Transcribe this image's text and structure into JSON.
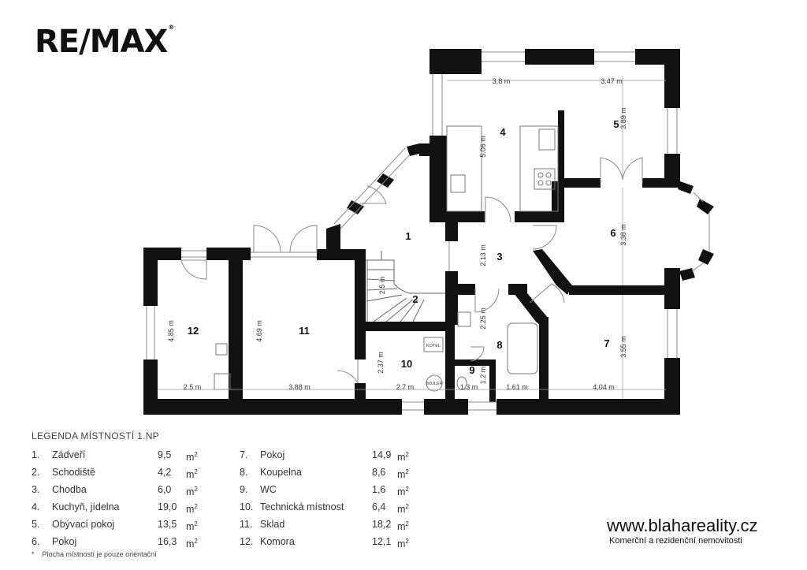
{
  "brand": {
    "logo_text": "RE/MAX",
    "logo_mark": "®"
  },
  "plan": {
    "room_labels": [
      "1",
      "2",
      "3",
      "4",
      "5",
      "6",
      "7",
      "8",
      "9",
      "10",
      "11",
      "12"
    ],
    "dimensions": {
      "r4_width": "3.8 m",
      "r5_width": "3.47 m",
      "r4_depth": "5.06 m",
      "r5_depth": "3.89 m",
      "r6_depth": "3.38 m",
      "r3_depth": "2.13 m",
      "r2_run": "2.5 m",
      "r8_depth": "2.25 m",
      "r7_depth": "3.55 m",
      "r10_depth": "2.37 m",
      "r11_depth": "4.69 m",
      "r12_depth": "4.85 m",
      "r12_width": "2.5 m",
      "r11_width": "3.88 m",
      "r10_width": "2.7 m",
      "r9_width": "1.3 m",
      "r9_depth": "1.2 m",
      "r8_width": "1.61 m",
      "r7_width": "4.04 m"
    },
    "fixtures": {
      "boiler_room_label": "KOTEL",
      "boiler_label": "BOJLER"
    }
  },
  "legend": {
    "title": "LEGENDA MÍSTNOSTÍ 1.NP",
    "unit": "m",
    "unit_exp": "2",
    "left": [
      {
        "num": "1.",
        "name": "Zádveří",
        "area": "9,5"
      },
      {
        "num": "2.",
        "name": "Schodiště",
        "area": "4,2"
      },
      {
        "num": "3.",
        "name": "Chodba",
        "area": "6,0"
      },
      {
        "num": "4.",
        "name": "Kuchyň, jídelna",
        "area": "19,0"
      },
      {
        "num": "5.",
        "name": "Obývací pokoj",
        "area": "13,5"
      },
      {
        "num": "6.",
        "name": "Pokoj",
        "area": "16,3"
      }
    ],
    "right": [
      {
        "num": "7.",
        "name": "Pokoj",
        "area": "14,9"
      },
      {
        "num": "8.",
        "name": "Koupelna",
        "area": "8,6"
      },
      {
        "num": "9.",
        "name": "WC",
        "area": "1,6"
      },
      {
        "num": "10.",
        "name": "Technická místnost",
        "area": "6,4"
      },
      {
        "num": "11.",
        "name": "Sklad",
        "area": "18,2"
      },
      {
        "num": "12.",
        "name": "Komora",
        "area": "12,1"
      }
    ],
    "note_star": "*",
    "note": "Plocha místností je pouze orientační"
  },
  "footer": {
    "website": "www.blahareality.cz",
    "tagline": "Komerční a rezidenční nemovitosti"
  }
}
